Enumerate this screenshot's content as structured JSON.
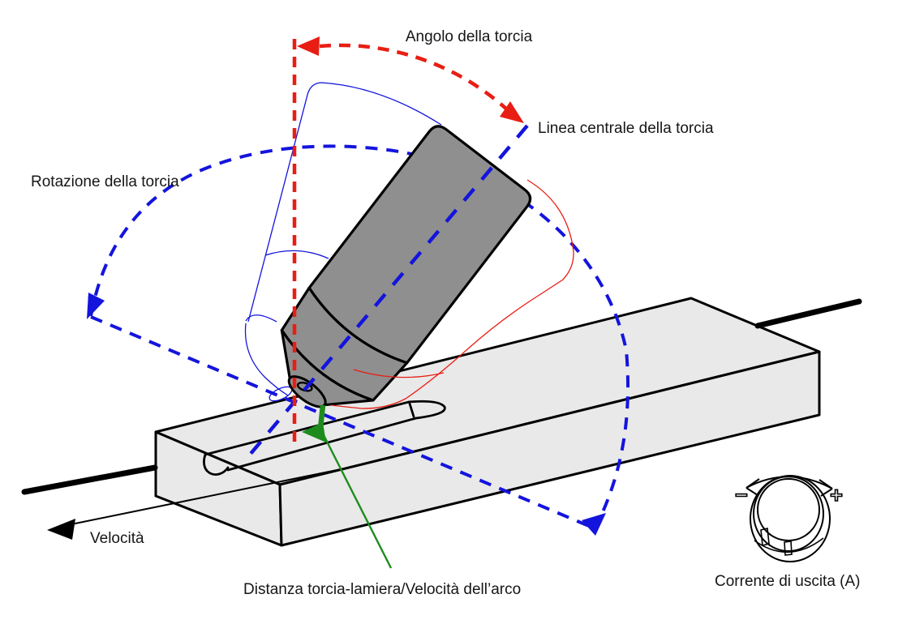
{
  "figure": {
    "labels": {
      "torch_angle": "Angolo della torcia",
      "torch_centerline": "Linea centrale della torcia",
      "torch_rotation": "Rotazione della torcia",
      "speed": "Velocità",
      "standoff_arc": "Distanza torcia-lamiera/Velocità dell’arco",
      "output_current": "Corrente di uscita (A)"
    },
    "symbols": {
      "minus": "−",
      "plus": "+"
    },
    "icons": {
      "knob": "output-current-knob-icon",
      "torch": "plasma-torch-illustration",
      "workpiece": "workpiece-block-illustration"
    },
    "colors": {
      "red_indicator": "#e81e14",
      "blue_indicator": "#1414dd",
      "green_indicator": "#1d8c1d",
      "torch_gray": "#8f8f8f",
      "workpiece_gray": "#e9e9e9",
      "ink": "#161616"
    }
  }
}
